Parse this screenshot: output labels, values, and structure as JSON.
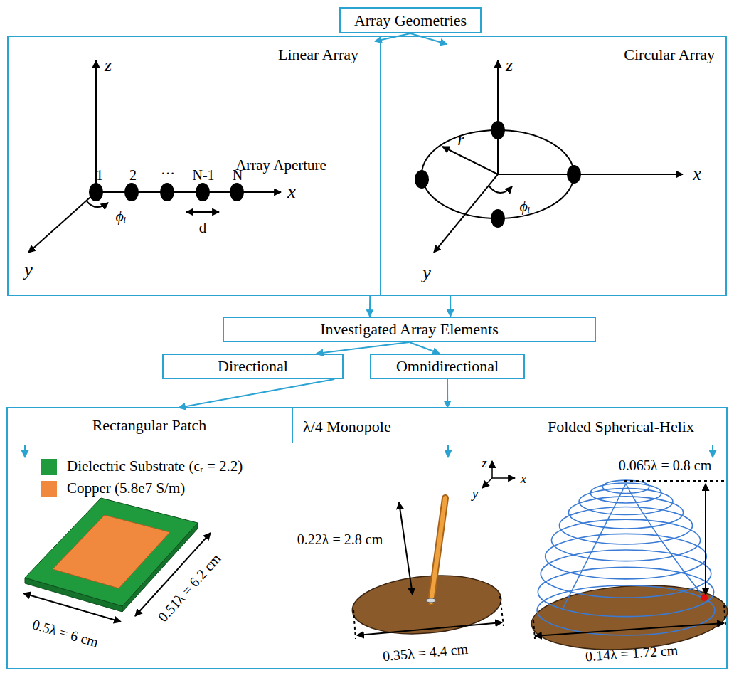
{
  "diagram": {
    "nodes": [
      {
        "text": [
          "Array Geometries"
        ]
      },
      {
        "text": [
          "Linear Array"
        ]
      },
      {
        "text": [
          "Circular Array"
        ]
      },
      {
        "text": [
          "Investigated Array Elements"
        ]
      },
      {
        "text": [
          "Directional"
        ]
      },
      {
        "text": [
          "Omnidirectional"
        ]
      },
      {
        "text": [
          "Rectangular Patch"
        ]
      },
      {
        "text": [
          "λ/4 Monopole",
          "Folded Spherical-Helix"
        ]
      }
    ],
    "edges": [
      {
        "from": 0,
        "to": 1,
        "arrow": "to"
      },
      {
        "from": 0,
        "to": 2,
        "arrow": "to"
      },
      {
        "from": 1,
        "to": 3,
        "arrow": "to"
      },
      {
        "from": 2,
        "to": 3,
        "arrow": "to"
      },
      {
        "from": 3,
        "to": 4,
        "arrow": "to"
      },
      {
        "from": 3,
        "to": 5,
        "arrow": "to"
      },
      {
        "from": 4,
        "to": 6,
        "arrow": "to"
      },
      {
        "from": 5,
        "to": 7,
        "arrow": "to"
      }
    ],
    "labels": [
      "z",
      "x",
      "y",
      "1",
      "2",
      "···",
      "N-1",
      "N",
      "Array Aperture",
      "d",
      "ϕᵢ",
      "z",
      "r",
      "x",
      "y",
      "ϕᵢ",
      "z",
      "x",
      "y",
      "0.22λ = 2.8 cm",
      "0.35λ = 4.4 cm",
      "0.065λ = 0.8 cm",
      "0.14λ = 1.72 cm",
      "0.5λ = 6 cm",
      "0.51λ = 6.2 cm"
    ],
    "legend": [
      {
        "text": "Dielectric Substrate (ϵᵣ = 2.2)",
        "color": "#1f9a3c"
      },
      {
        "text": "Copper (5.8e7 S/m)",
        "color": "#f0883e"
      }
    ]
  }
}
